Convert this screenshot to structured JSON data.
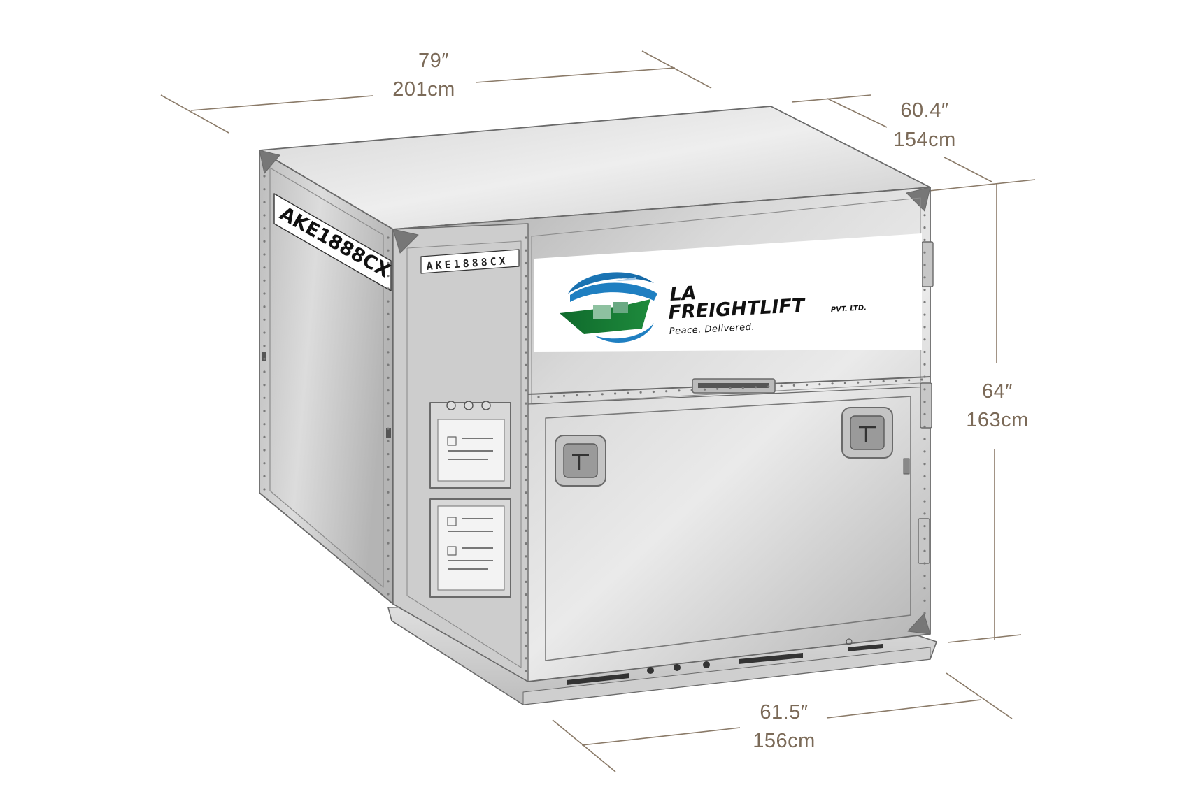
{
  "container": {
    "id_code": "AKE1888CX",
    "logo": {
      "line1": "LA",
      "line2": "FREIGHTLIFT",
      "suffix": "PVT. LTD.",
      "tagline": "Peace. Delivered."
    }
  },
  "dimensions": {
    "length": {
      "imperial": "79″",
      "metric": "201cm"
    },
    "depth": {
      "imperial": "60.4″",
      "metric": "154cm"
    },
    "height": {
      "imperial": "64″",
      "metric": "163cm"
    },
    "base": {
      "imperial": "61.5″",
      "metric": "156cm"
    }
  },
  "colors": {
    "dimension_line": "#8a7a68",
    "logo_blue": "#1f7fc1",
    "logo_green": "#1e8a3c"
  }
}
